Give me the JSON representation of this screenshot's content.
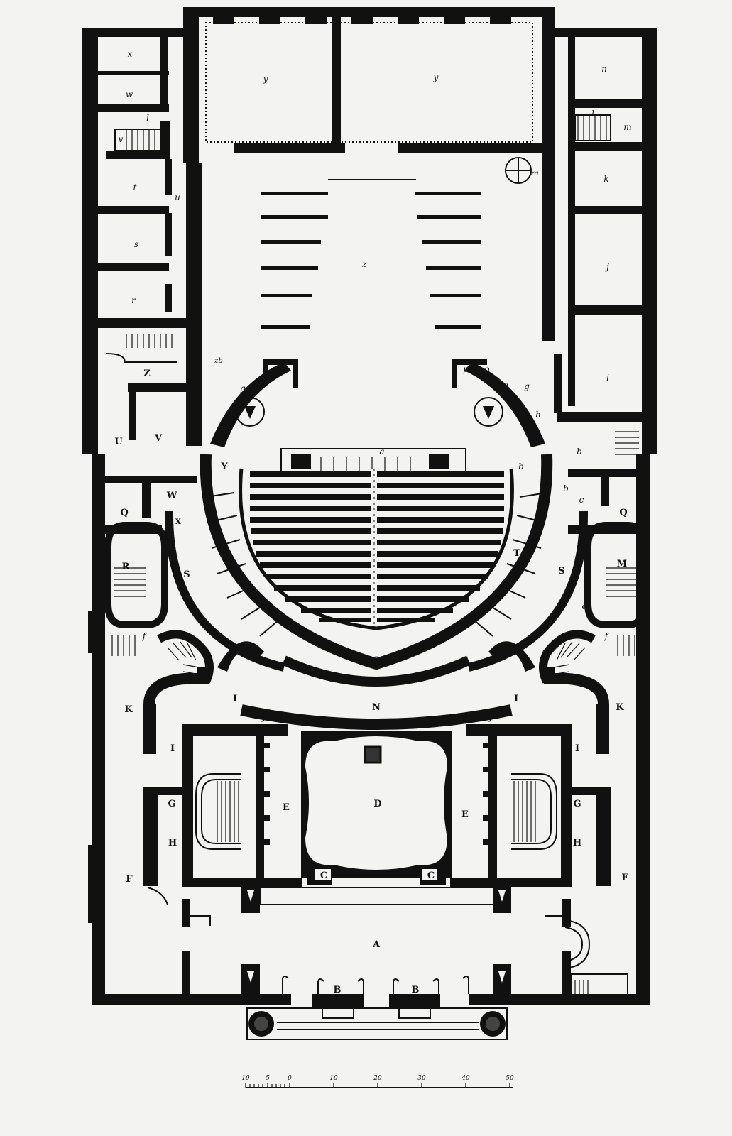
{
  "rooms": {
    "A": "A",
    "B": "B",
    "C": "C",
    "D": "D",
    "E": "E",
    "F": "F",
    "G": "G",
    "H": "H",
    "I": "I",
    "J": "J",
    "K": "K",
    "L": "L",
    "M": "M",
    "N": "N",
    "O": "O",
    "Q": "Q",
    "R": "R",
    "S": "S",
    "T": "T",
    "U": "U",
    "V": "V",
    "W": "W",
    "X": "X",
    "Y": "Y",
    "Z": "Z",
    "a": "a",
    "b": "b",
    "c": "c",
    "d": "d",
    "e": "e",
    "f": "f",
    "g": "g",
    "h": "h",
    "i": "i",
    "j": "j",
    "k": "k",
    "l": "l",
    "m": "m",
    "n": "n",
    "o": "o",
    "p": "p",
    "q": "q",
    "r": "r",
    "s": "s",
    "t": "t",
    "u": "u",
    "v": "v",
    "w": "w",
    "x": "x",
    "y": "y",
    "z": "z",
    "za": "za",
    "zb": "zb"
  },
  "scale": {
    "ticks": [
      "10",
      "5",
      "0",
      "10",
      "20",
      "30",
      "40",
      "50"
    ]
  }
}
